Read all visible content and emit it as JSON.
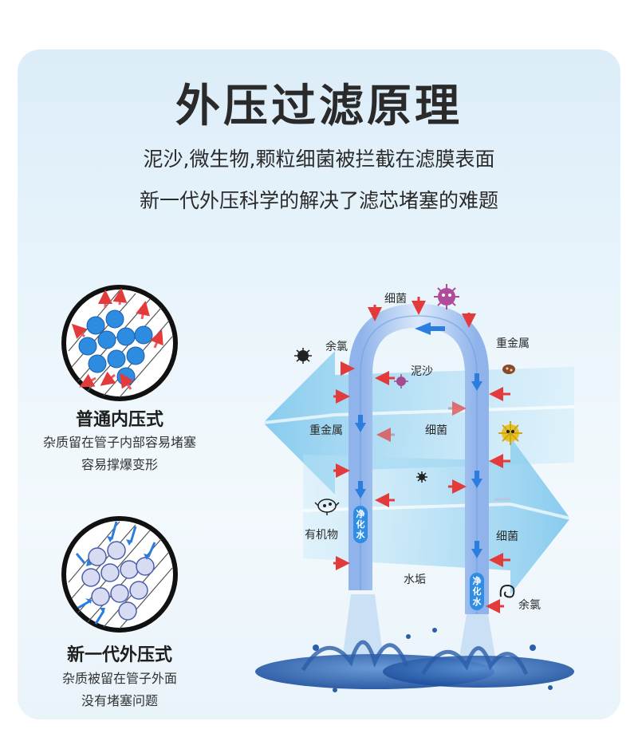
{
  "header": {
    "title": "外压过滤原理",
    "line1": "泥沙,微生物,颗粒细菌被拦截在滤膜表面",
    "line2": "新一代外压科学的解决了滤芯堵塞的难题"
  },
  "left_panel": {
    "inner": {
      "title": "普通内压式",
      "desc1": "杂质留在管子内部容易堵塞",
      "desc2": "容易撑爆变形"
    },
    "outer": {
      "title": "新一代外压式",
      "desc1": "杂质被留在管子外面",
      "desc2": "没有堵塞问题"
    }
  },
  "diagram_labels": {
    "bacteria_top": "细菌",
    "chlorine_left": "余氯",
    "heavy_metal_right": "重金属",
    "silt": "泥沙",
    "heavy_metal_left": "重金属",
    "bacteria_mid": "细菌",
    "organic": "有机物",
    "bacteria_right": "细菌",
    "scale": "水垢",
    "chlorine_bottom": "余氯",
    "purified_left": "净化水",
    "purified_right": "净化水"
  },
  "colors": {
    "tube": "#a9c9f0",
    "tube_dark": "#5a8fd6",
    "flow_arrow": "#2b7de0",
    "contaminant_arrow": "#e33b3b",
    "big_arrow": "#8fd0ef"
  }
}
